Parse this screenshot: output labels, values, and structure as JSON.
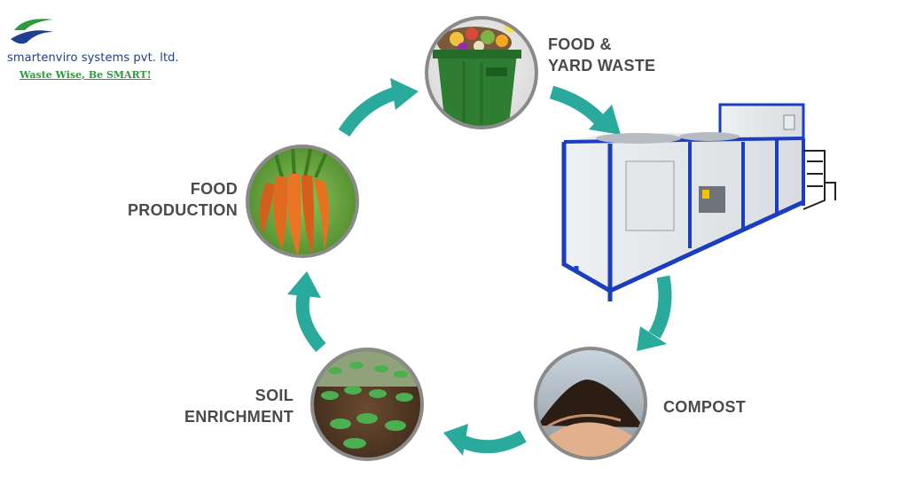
{
  "brand": {
    "name": "smartenviro systems pvt. ltd.",
    "tagline": "Waste Wise, Be SMART!",
    "logo_icon": "swoosh-logo-icon",
    "colors": {
      "primary": "#1f3f8f",
      "tagline": "#2e9a3a"
    }
  },
  "cycle": {
    "stages": [
      {
        "id": "food-yard-waste",
        "lines": [
          "FOOD &",
          "YARD WASTE"
        ],
        "image": "green-waste-bin-with-food-scraps"
      },
      {
        "id": "composting-machine",
        "image": "industrial-composting-machine"
      },
      {
        "id": "compost",
        "lines": [
          "COMPOST"
        ],
        "image": "hands-holding-compost"
      },
      {
        "id": "soil-enrichment",
        "lines": [
          "SOIL",
          "ENRICHMENT"
        ],
        "image": "seedlings-in-soil"
      },
      {
        "id": "food-production",
        "lines": [
          "FOOD",
          "PRODUCTION"
        ],
        "image": "bunch-of-carrots"
      }
    ],
    "arrow_color": "#2aaa9c",
    "label_color": "#4a4a4a"
  }
}
